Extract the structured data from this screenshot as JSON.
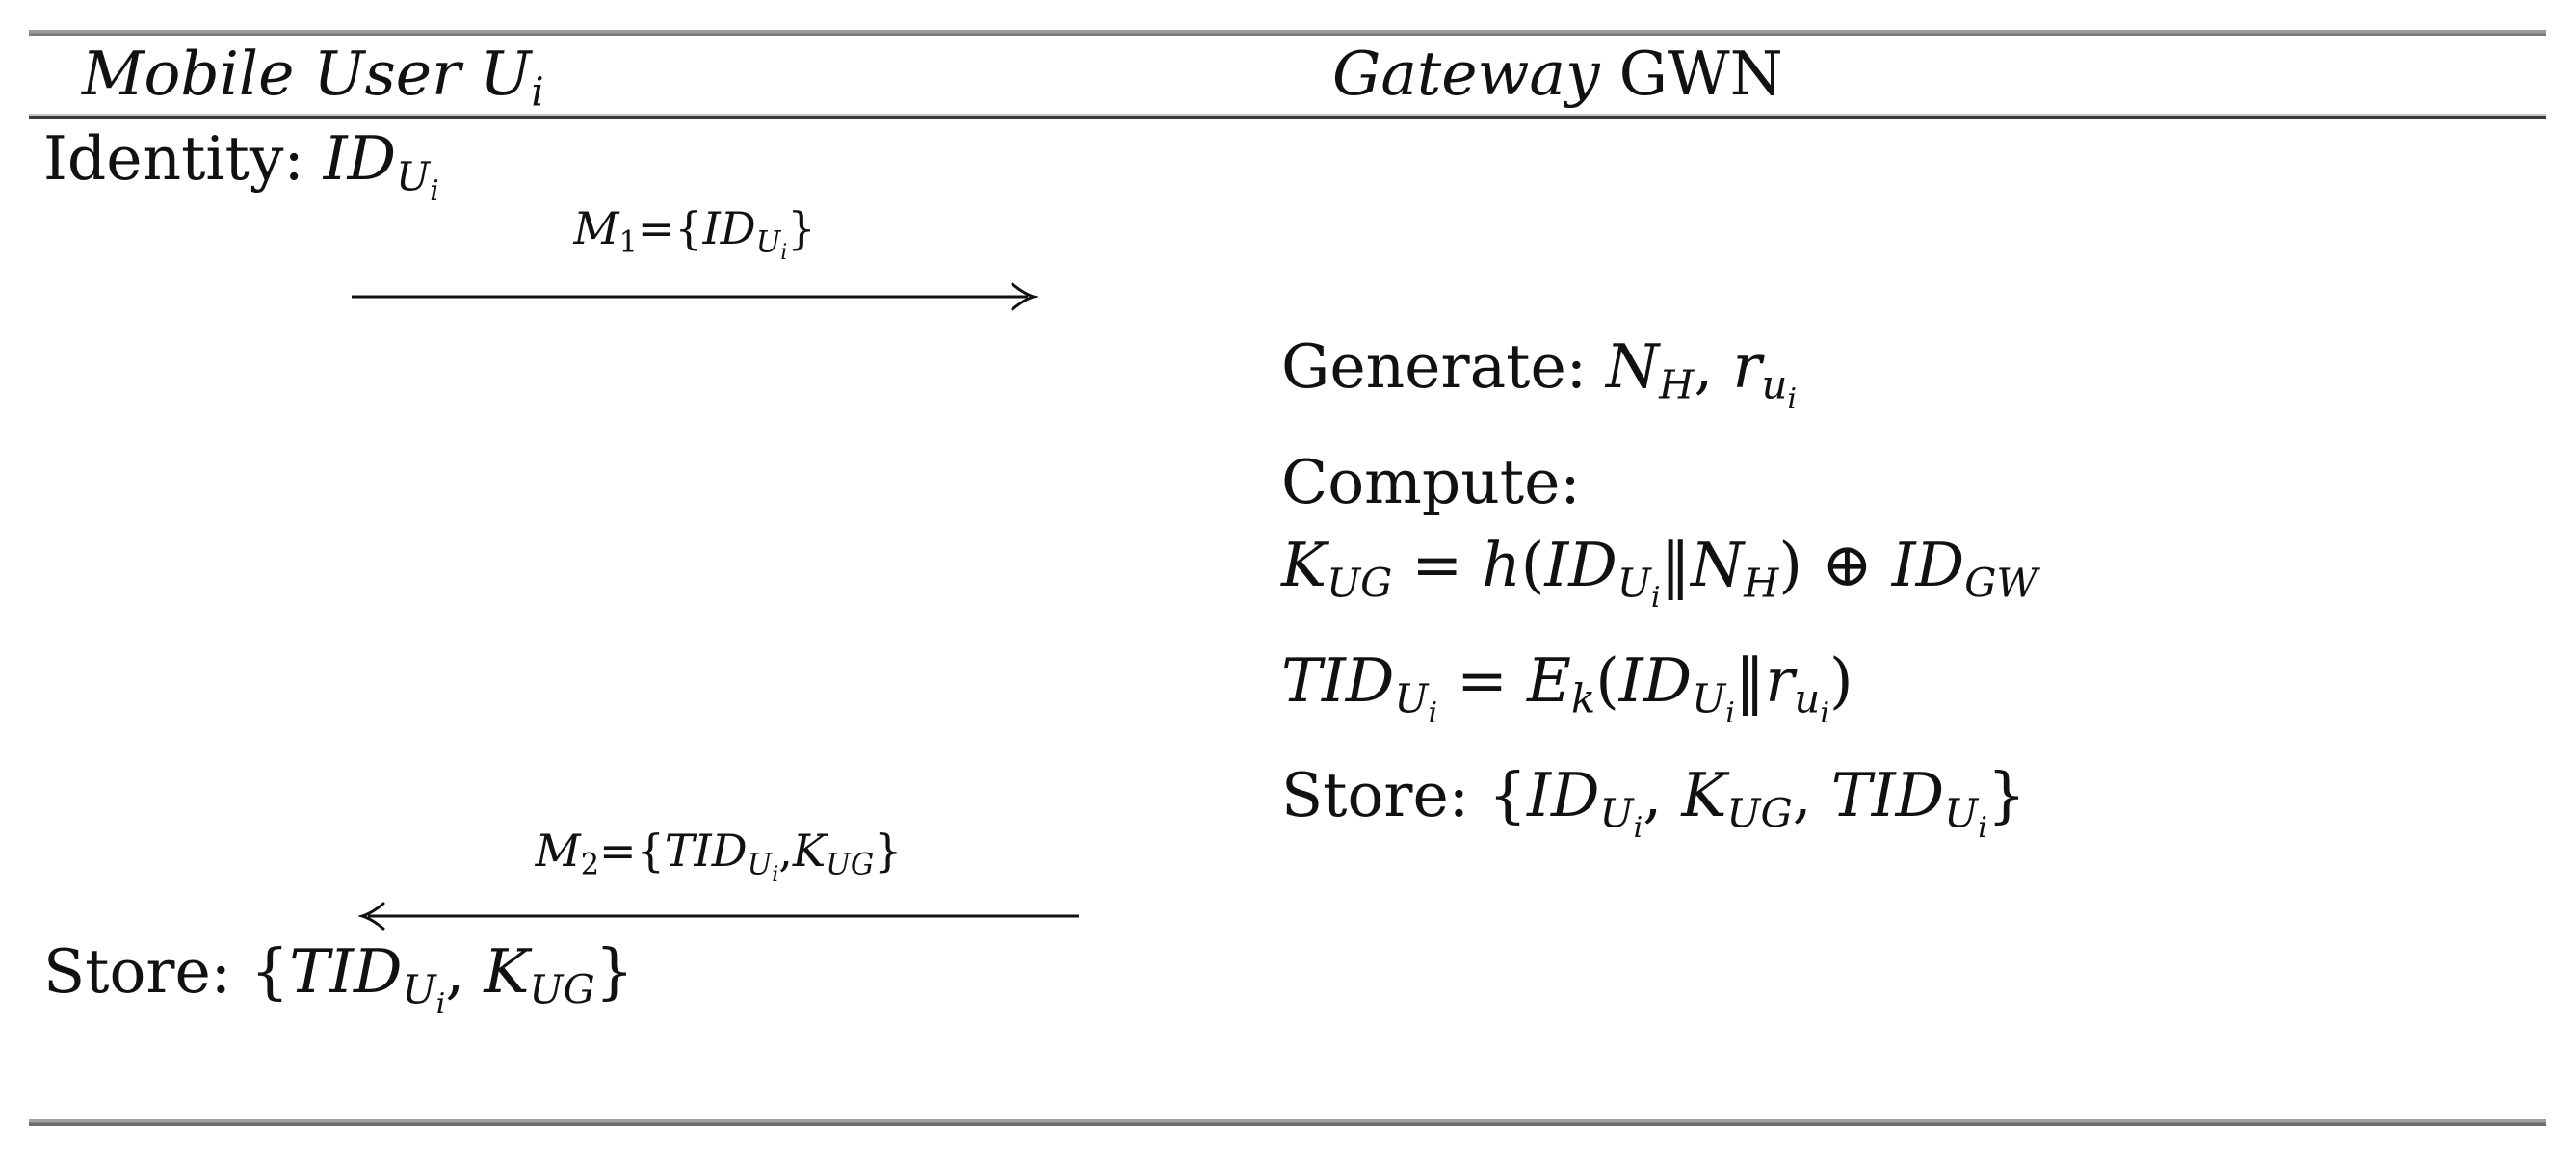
{
  "figure": {
    "columns": [
      {
        "id": "mobile-user",
        "header_text": "Mobile User Ui",
        "header_tokens": [
          [
            "i",
            "Mobile User  "
          ],
          [
            "i",
            "U"
          ],
          [
            "si",
            "i"
          ]
        ]
      },
      {
        "id": "gateway",
        "header_text": "Gateway GWN",
        "header_tokens": [
          [
            "i",
            "Gateway "
          ],
          [
            "r",
            "GWN"
          ]
        ]
      }
    ],
    "user_actions": [
      {
        "id": "identity",
        "text": "Identity: ID_Ui",
        "tokens": [
          [
            "r",
            "Identity: "
          ],
          [
            "i",
            "ID"
          ],
          [
            "si",
            "U"
          ],
          [
            "s2i",
            "i"
          ]
        ]
      },
      {
        "id": "store",
        "text": "Store: {TID_Ui, K_UG}",
        "tokens": [
          [
            "r",
            "Store: {"
          ],
          [
            "i",
            "TID"
          ],
          [
            "si",
            "U"
          ],
          [
            "s2i",
            "i"
          ],
          [
            "r",
            ", "
          ],
          [
            "i",
            "K"
          ],
          [
            "si",
            "UG"
          ],
          [
            "r",
            "}"
          ]
        ]
      }
    ],
    "gateway_actions": [
      {
        "id": "generate",
        "text": "Generate: N_H, r_ui",
        "tokens": [
          [
            "r",
            "Generate: "
          ],
          [
            "i",
            "N"
          ],
          [
            "si",
            "H"
          ],
          [
            "r",
            ", "
          ],
          [
            "i",
            "r"
          ],
          [
            "si",
            "u"
          ],
          [
            "s2i",
            "i"
          ]
        ]
      },
      {
        "id": "compute",
        "text": "Compute:",
        "tokens": [
          [
            "r",
            "Compute:"
          ]
        ]
      },
      {
        "id": "kug",
        "text": "K_UG = h(ID_Ui ‖ N_H) ⊕ ID_GW",
        "tokens": [
          [
            "i",
            "K"
          ],
          [
            "si",
            "UG"
          ],
          [
            "r",
            " = "
          ],
          [
            "i",
            "h"
          ],
          [
            "r",
            "("
          ],
          [
            "i",
            "ID"
          ],
          [
            "si",
            "U"
          ],
          [
            "s2i",
            "i"
          ],
          [
            "r",
            "‖"
          ],
          [
            "i",
            "N"
          ],
          [
            "si",
            "H"
          ],
          [
            "r",
            ") ⊕ "
          ],
          [
            "i",
            "ID"
          ],
          [
            "si",
            "GW"
          ]
        ]
      },
      {
        "id": "tid",
        "text": "TID_Ui = E_k(ID_Ui ‖ r_ui)",
        "tokens": [
          [
            "i",
            "TID"
          ],
          [
            "si",
            "U"
          ],
          [
            "s2i",
            "i"
          ],
          [
            "r",
            " = "
          ],
          [
            "i",
            "E"
          ],
          [
            "si",
            "k"
          ],
          [
            "r",
            "("
          ],
          [
            "i",
            "ID"
          ],
          [
            "si",
            "U"
          ],
          [
            "s2i",
            "i"
          ],
          [
            "r",
            "‖"
          ],
          [
            "i",
            "r"
          ],
          [
            "si",
            "u"
          ],
          [
            "s2i",
            "i"
          ],
          [
            "r",
            ")"
          ]
        ]
      },
      {
        "id": "store",
        "text": "Store: {ID_Ui, K_UG, TID_Ui}",
        "tokens": [
          [
            "r",
            "Store: {"
          ],
          [
            "i",
            "ID"
          ],
          [
            "si",
            "U"
          ],
          [
            "s2i",
            "i"
          ],
          [
            "r",
            ", "
          ],
          [
            "i",
            "K"
          ],
          [
            "si",
            "UG"
          ],
          [
            "r",
            ", "
          ],
          [
            "i",
            "TID"
          ],
          [
            "si",
            "U"
          ],
          [
            "s2i",
            "i"
          ],
          [
            "r",
            "}"
          ]
        ]
      }
    ],
    "messages": [
      {
        "id": "M1",
        "direction": "right",
        "text": "M1={ID_Ui}",
        "tokens": [
          [
            "i",
            "M"
          ],
          [
            "s",
            "1"
          ],
          [
            "r",
            "={"
          ],
          [
            "i",
            "ID"
          ],
          [
            "si",
            "U"
          ],
          [
            "s2i",
            "i"
          ],
          [
            "r",
            "}"
          ]
        ]
      },
      {
        "id": "M2",
        "direction": "left",
        "text": "M2={TID_Ui,K_UG}",
        "tokens": [
          [
            "i",
            "M"
          ],
          [
            "s",
            "2"
          ],
          [
            "r",
            "={"
          ],
          [
            "i",
            "TID"
          ],
          [
            "si",
            "U"
          ],
          [
            "s2i",
            "i"
          ],
          [
            "r",
            ","
          ],
          [
            "i",
            "K"
          ],
          [
            "si",
            "UG"
          ],
          [
            "r",
            "}"
          ]
        ]
      }
    ],
    "colors": {
      "background": "#ffffff",
      "text": "#111111",
      "rule_light": "#8a8a8a",
      "rule_dark": "#3a3a3a",
      "arrow": "#111111"
    }
  }
}
